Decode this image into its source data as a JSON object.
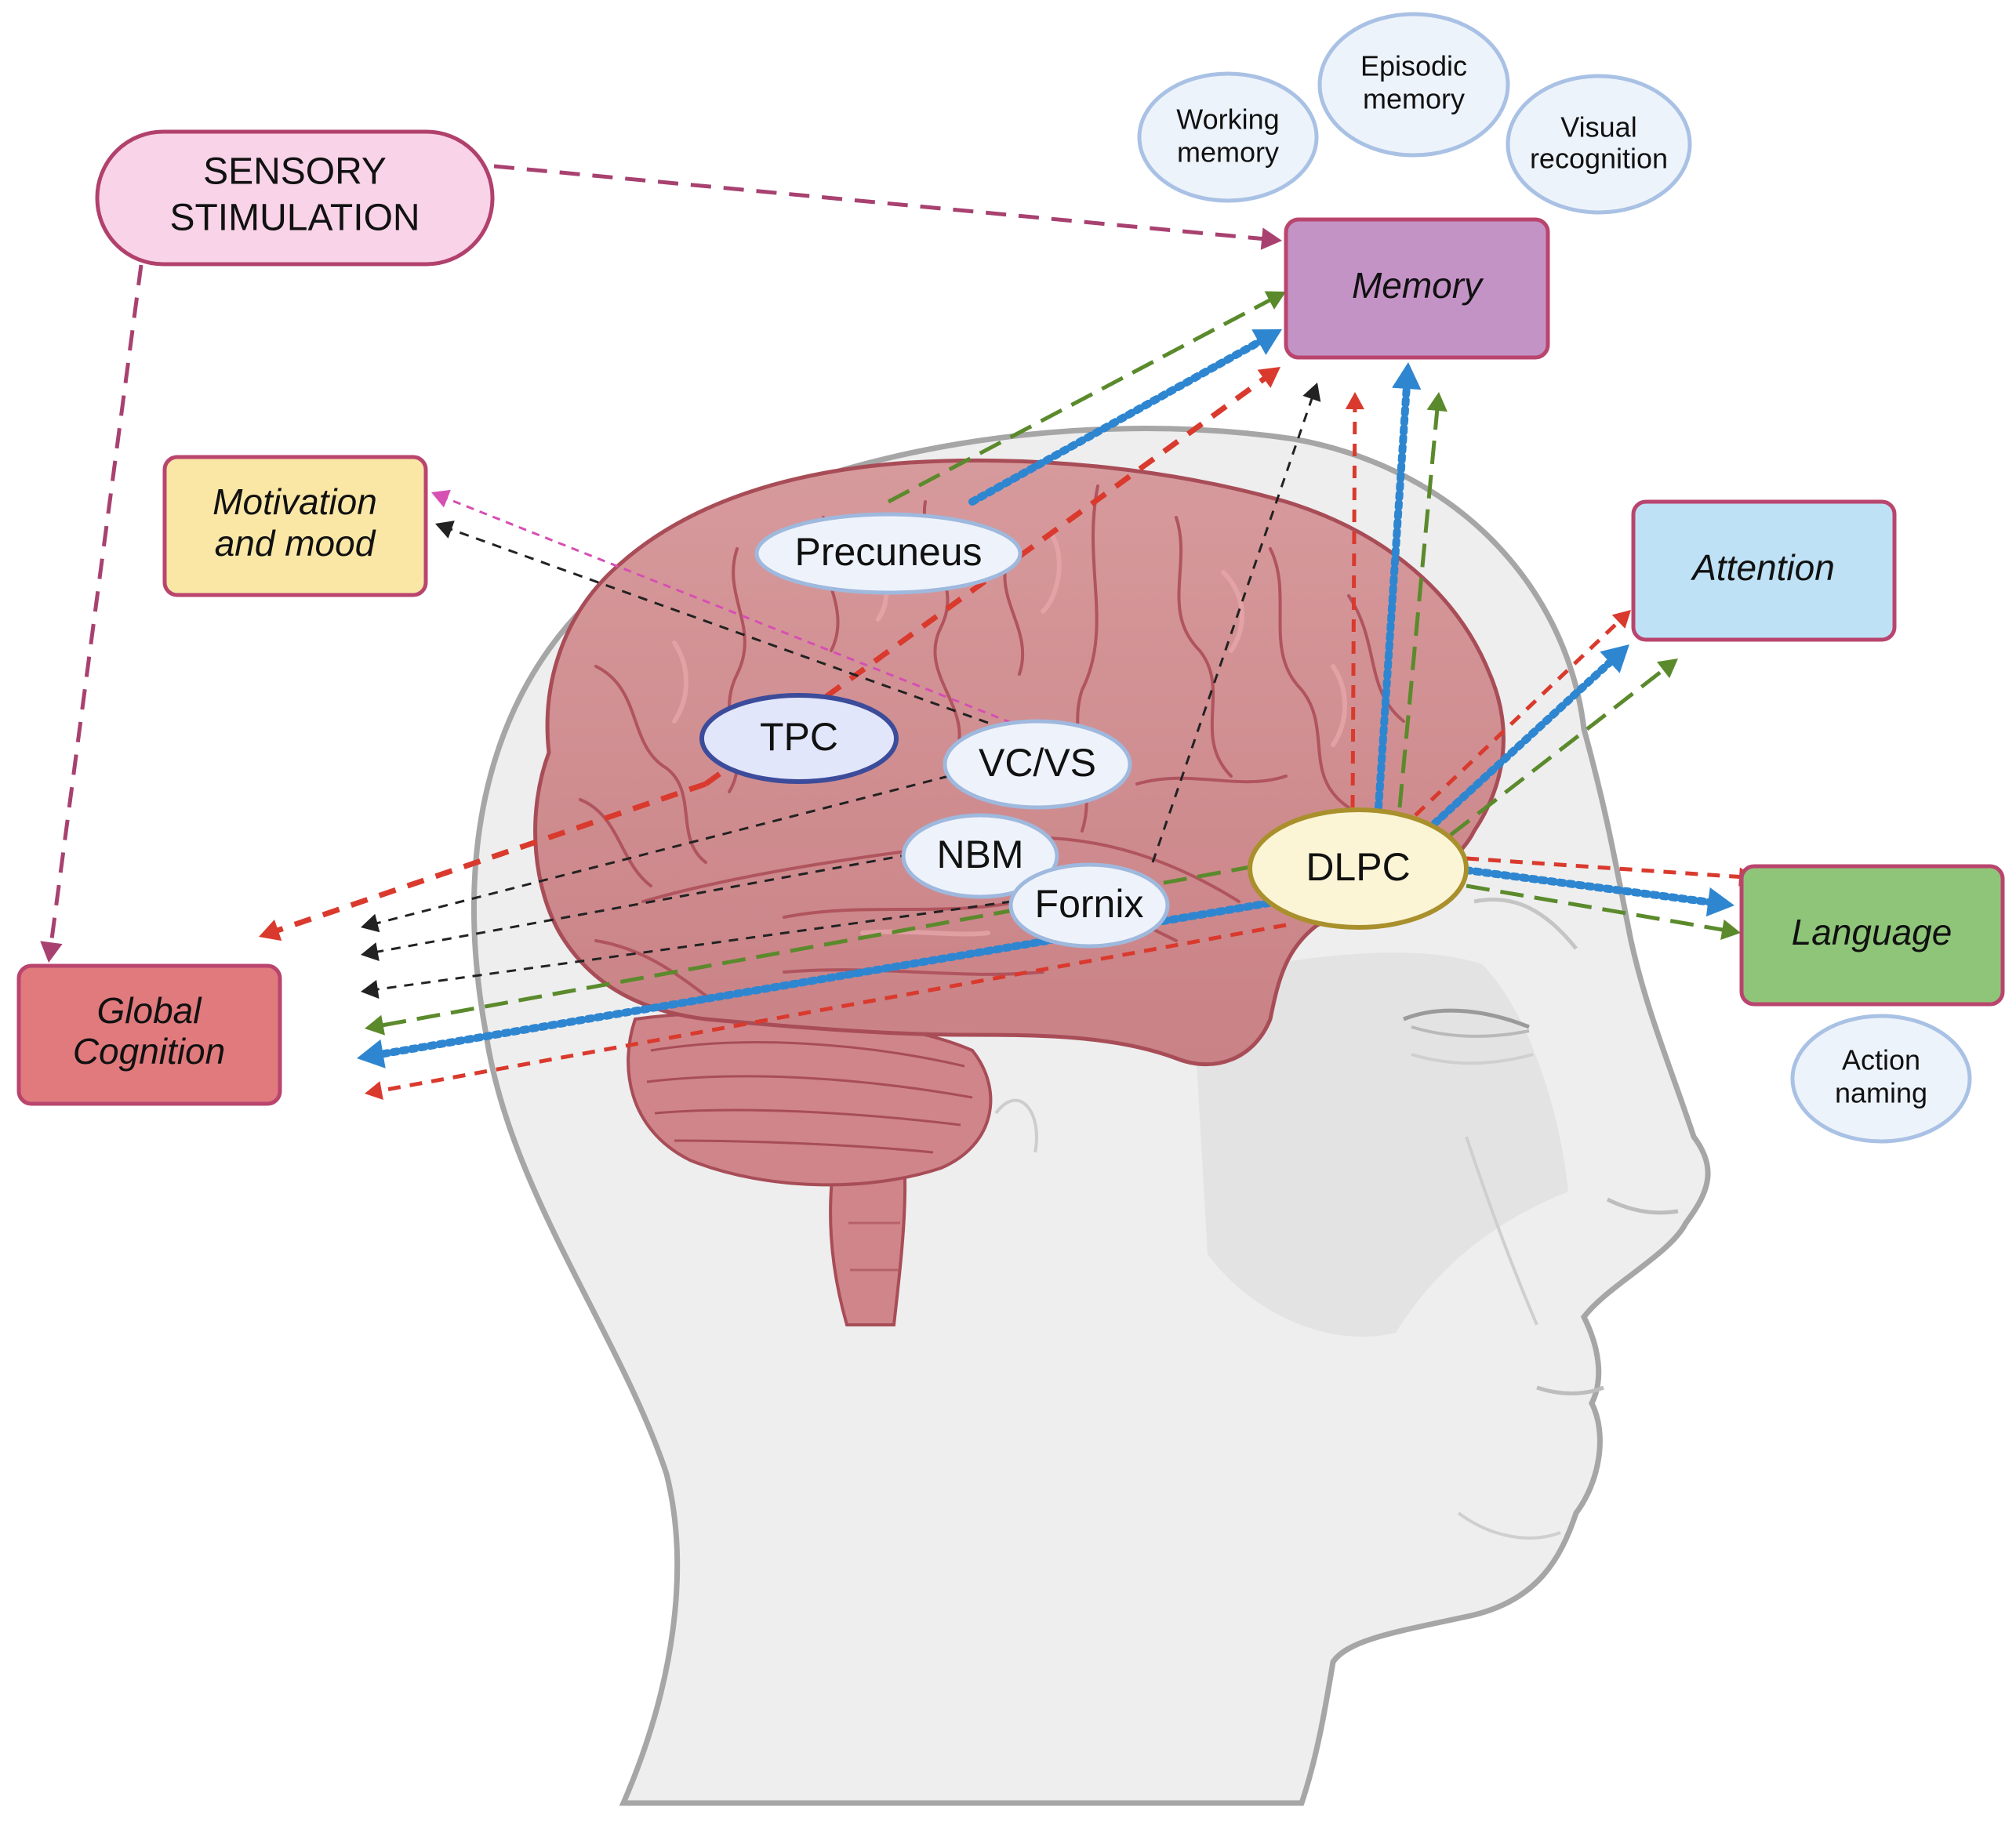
{
  "stimulation": {
    "line1": "SENSORY",
    "line2": "STIMULATION"
  },
  "domains": {
    "memory": "Memory",
    "motivation_line1": "Motivation",
    "motivation_line2": "and mood",
    "attention": "Attention",
    "language": "Language",
    "global_line1": "Global",
    "global_line2": "Cognition"
  },
  "memory_subtypes": [
    {
      "line1": "Working",
      "line2": "memory"
    },
    {
      "line1": "Episodic",
      "line2": "memory"
    },
    {
      "line1": "Visual",
      "line2": "recognition"
    }
  ],
  "language_subtypes": [
    {
      "line1": "Action",
      "line2": "naming"
    }
  ],
  "brain_regions": {
    "precuneus": "Precuneus",
    "tpc": "TPC",
    "vcvs": "VC/VS",
    "nbm": "NBM",
    "fornix": "Fornix",
    "dlpc": "DLPC"
  },
  "colors": {
    "stimulation_fill": "#f9d3e8",
    "stimulation_border": "#b1416c",
    "memory_fill": "#c493c6",
    "motivation_fill": "#fae7a6",
    "attention_fill": "#bfe1f5",
    "language_fill": "#8fc579",
    "global_fill": "#e07a7d",
    "box_border": "#b9456e",
    "brain_fill": "#d79597",
    "head_fill": "#eeeeee",
    "arrow_red": "#d93a2d",
    "arrow_blue": "#2f86d0",
    "arrow_green": "#5b8a2c",
    "arrow_black": "#222222",
    "arrow_magenta": "#d64fb3",
    "arrow_plum": "#a84170"
  }
}
